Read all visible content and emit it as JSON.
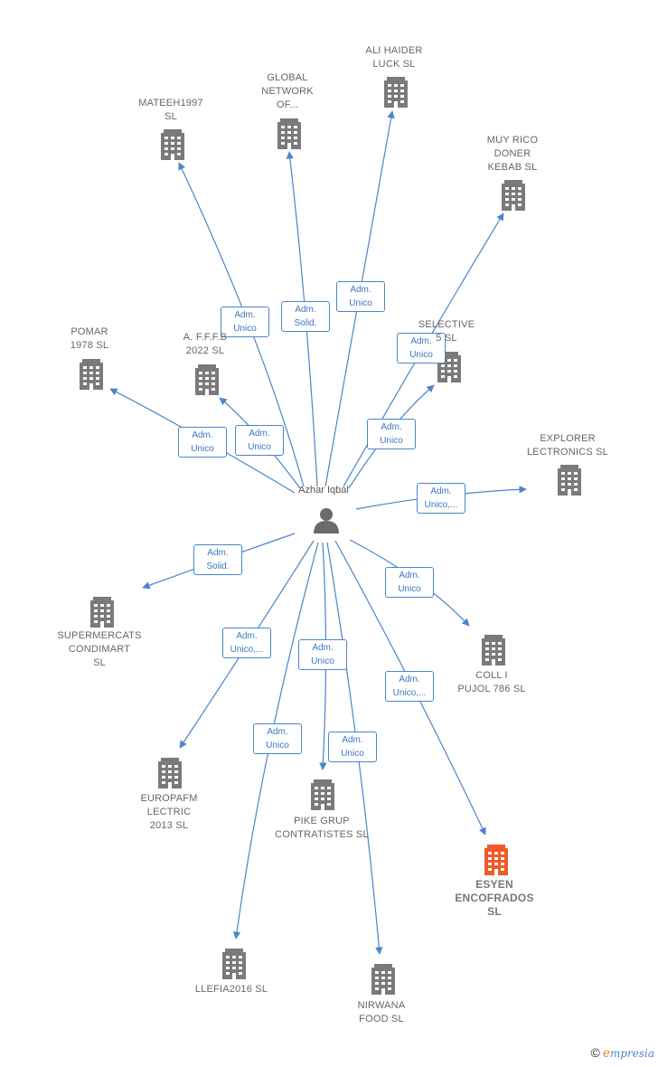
{
  "center": {
    "name": "Azhar Iqbal"
  },
  "companies": [
    {
      "id": "mateeh",
      "label": "MATEEH1997\nSL",
      "role": "Adm.\nUnico",
      "highlight": false
    },
    {
      "id": "global",
      "label": "GLOBAL\nNETWORK\nOF...",
      "role": "Adm.\nSolid.",
      "highlight": false
    },
    {
      "id": "ali",
      "label": "ALI HAIDER\nLUCK  SL",
      "role": "Adm.\nUnico",
      "highlight": false
    },
    {
      "id": "muy",
      "label": "MUY RICO\nDONER\nKEBAB  SL",
      "role": "Adm.\nUnico",
      "highlight": false
    },
    {
      "id": "selective",
      "label": "SELECTIVE\n5  SL",
      "role": "Adm.\nUnico",
      "highlight": false
    },
    {
      "id": "afff",
      "label": "A. F.F.F.B\n2022  SL",
      "role": "Adm.\nUnico",
      "highlight": false
    },
    {
      "id": "pomar",
      "label": "POMAR\n1978  SL",
      "role": "Adm.\nUnico",
      "highlight": false
    },
    {
      "id": "explorer",
      "label": "EXPLORER\nLECTRONICS SL",
      "role": "Adm.\nUnico,...",
      "highlight": false
    },
    {
      "id": "supermercats",
      "label": "SUPERMERCATS\nCONDIMART\nSL",
      "role": "Adm.\nSolid.",
      "highlight": false
    },
    {
      "id": "coll",
      "label": "COLL I\nPUJOL 786  SL",
      "role": "Adm.\nUnico",
      "highlight": false
    },
    {
      "id": "europafm",
      "label": "EUROPAFM\nLECTRIC\n2013 SL",
      "role": "Adm.\nUnico,...",
      "highlight": false
    },
    {
      "id": "pike",
      "label": "PIKE GRUP\nCONTRATISTES SL",
      "role": "Adm.\nUnico",
      "highlight": false
    },
    {
      "id": "esyen",
      "label": "ESYEN\nENCOFRADOS\nSL",
      "role": "Adm.\nUnico,...",
      "highlight": true
    },
    {
      "id": "llefia",
      "label": "LLEFIA2016  SL",
      "role": "Adm.\nUnico",
      "highlight": false
    },
    {
      "id": "nirwana",
      "label": "NIRWANA\nFOOD  SL",
      "role": "Adm.\nUnico",
      "highlight": false
    }
  ],
  "colors": {
    "edge": "#4a86c8",
    "building": "#7a7a7a",
    "highlight": "#f05a28",
    "person": "#6b6b6b"
  },
  "footer": {
    "copyright": "©",
    "brand_initial": "e",
    "brand_rest": "mpresia"
  }
}
